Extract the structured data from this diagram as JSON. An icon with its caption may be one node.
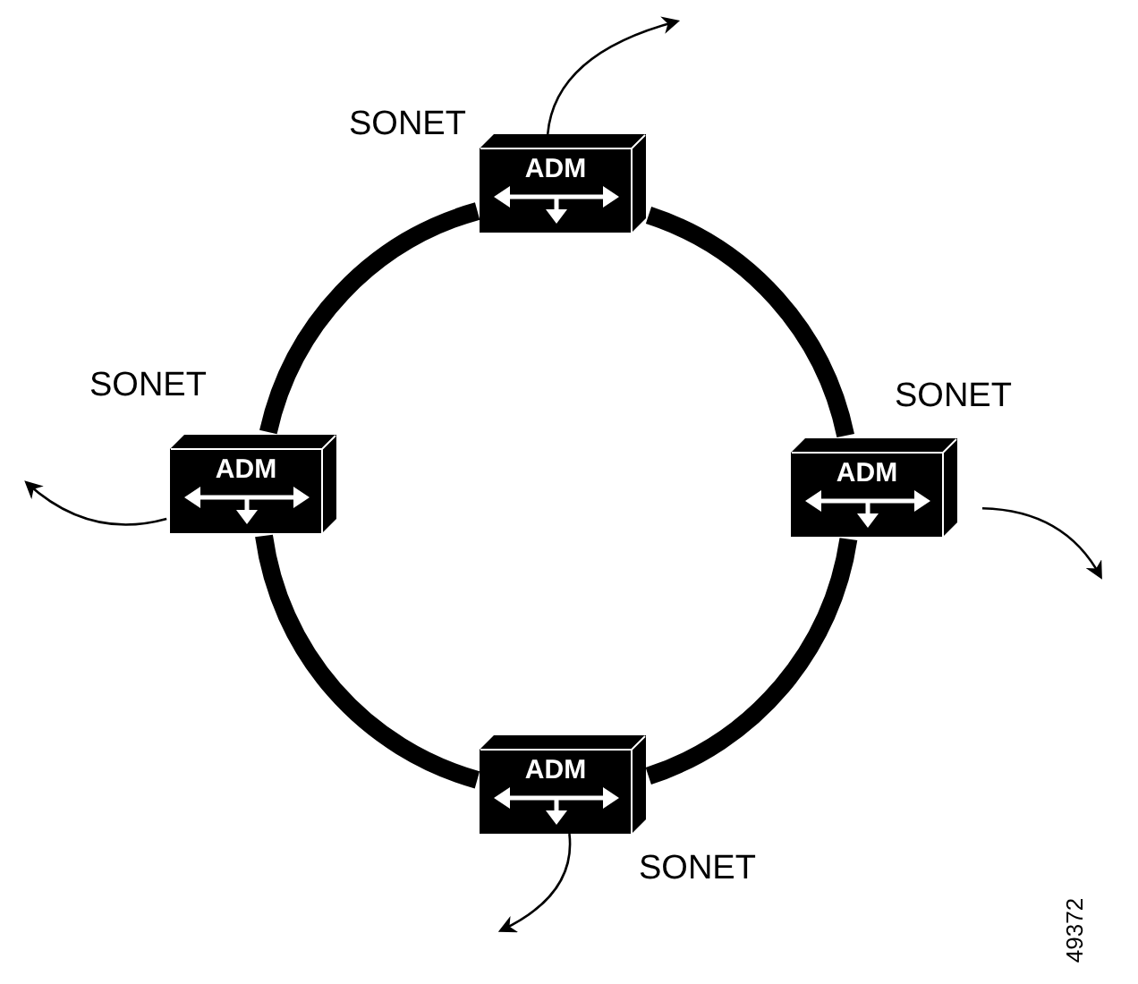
{
  "diagram": {
    "nodes": [
      {
        "text": [
          "ADM"
        ],
        "beside": [
          "SONET"
        ]
      },
      {
        "text": [
          "ADM"
        ],
        "beside": [
          "SONET"
        ]
      },
      {
        "text": [
          "ADM"
        ],
        "beside": [
          "SONET"
        ]
      },
      {
        "text": [
          "ADM"
        ],
        "beside": [
          "SONET"
        ]
      }
    ],
    "edges": [
      {
        "from": 0,
        "to": 1,
        "arrow": "none",
        "style": "thick"
      },
      {
        "from": 0,
        "to": 2,
        "arrow": "none",
        "style": "thick"
      },
      {
        "from": 1,
        "to": 3,
        "arrow": "none",
        "style": "thick"
      },
      {
        "from": 2,
        "to": 3,
        "arrow": "none",
        "style": "thick"
      },
      {
        "from": 0,
        "to": null,
        "arrow": "to"
      },
      {
        "from": 1,
        "to": null,
        "arrow": "to"
      },
      {
        "from": 2,
        "to": null,
        "arrow": "to"
      },
      {
        "from": 3,
        "to": null,
        "arrow": "to"
      }
    ],
    "labels": [
      "49372"
    ]
  }
}
